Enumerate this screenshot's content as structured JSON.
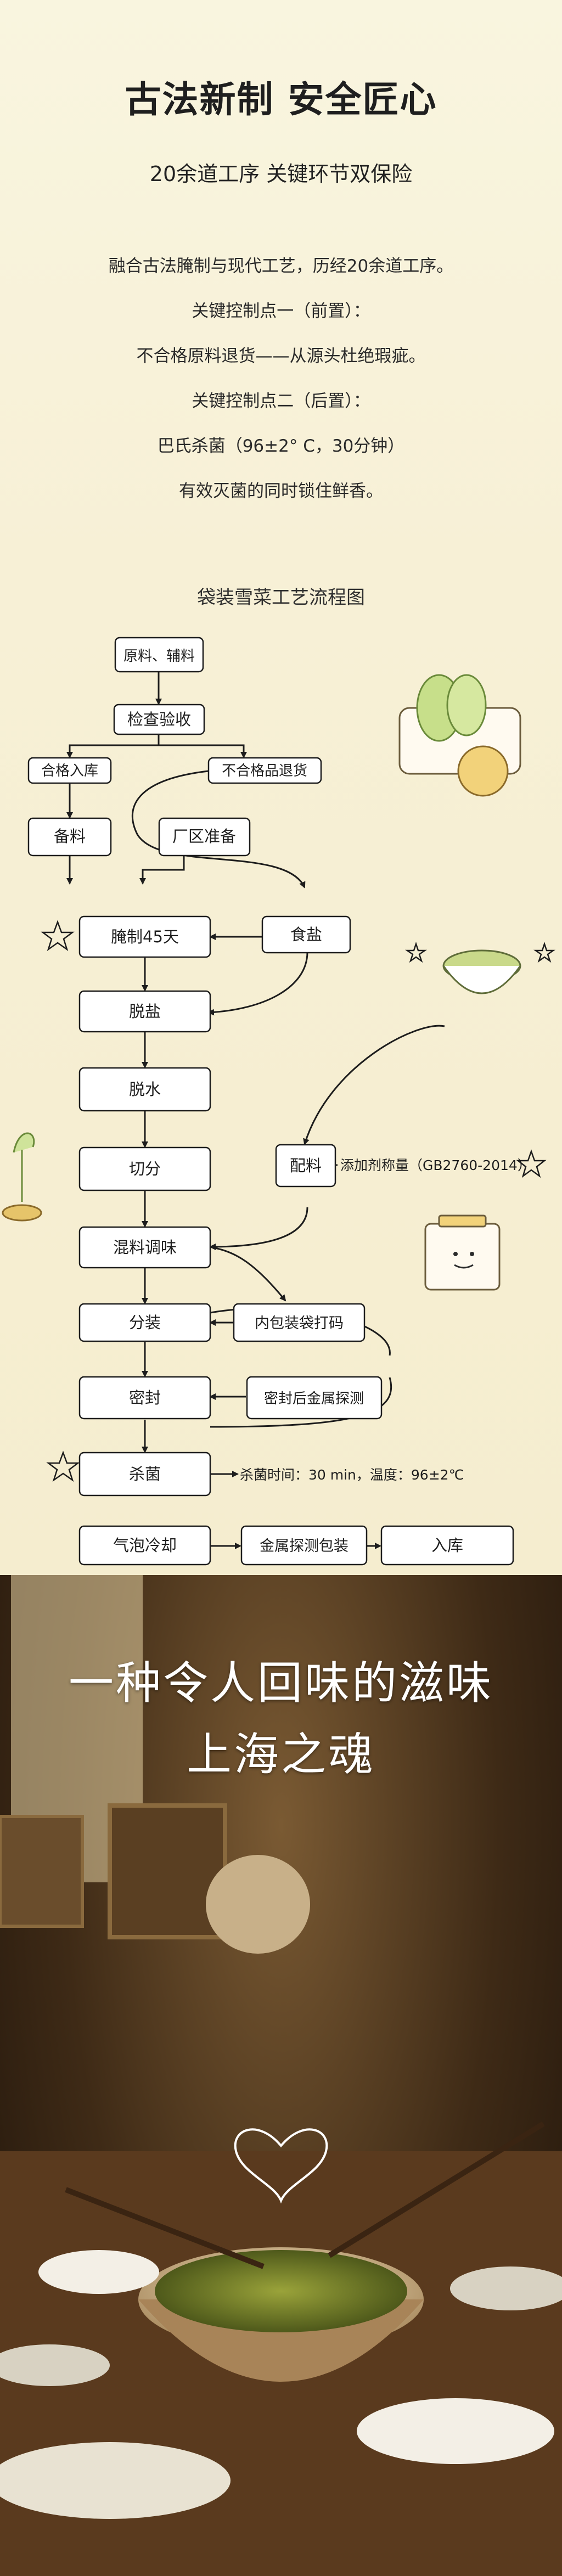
{
  "header": {
    "title": "古法新制 安全匠心",
    "subtitle": "20余道工序 关键环节双保险"
  },
  "description": {
    "lines": [
      "融合古法腌制与现代工艺，历经20余道工序。",
      "关键控制点一（前置）：",
      "不合格原料退货——从源头杜绝瑕疵。",
      "关键控制点二（后置）：",
      "巴氏杀菌（96±2° C，30分钟）",
      "有效灭菌的同时锁住鲜香。"
    ]
  },
  "flowchart": {
    "title": "袋装雪菜工艺流程图",
    "steps": {
      "raw": "原料、辅料",
      "inspect": "检查验收",
      "qualified": "合格入库",
      "reject": "不合格品退货",
      "prep": "备料",
      "plant": "厂区准备",
      "pickle": "腌制45天",
      "salt": "食盐",
      "desalt": "脱盐",
      "dehydrate": "脱水",
      "cut": "切分",
      "ingredients": "配料",
      "mix": "混料调味",
      "portion": "分装",
      "innerbag": "内包装袋打码",
      "seal": "密封",
      "metal1": "密封后金属探测",
      "sterilize": "杀菌",
      "cool": "气泡冷却",
      "metal2": "金属探测包装",
      "store": "入库"
    },
    "notes": {
      "additive": "添加剂称量（GB2760-2014）",
      "sterilize": "杀菌时间：30 min，温度：96±2℃"
    }
  },
  "photo": {
    "slogan_line1": "一种令人回味的滋味",
    "slogan_line2": "上海之魂"
  }
}
